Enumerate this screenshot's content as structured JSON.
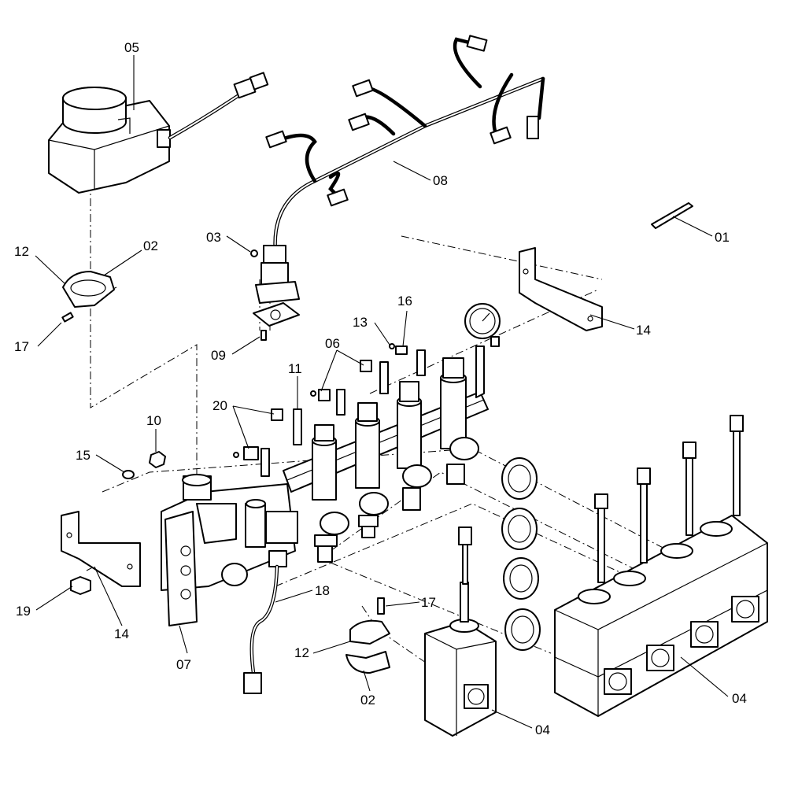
{
  "callouts": [
    {
      "id": "c01",
      "text": "01"
    },
    {
      "id": "c02a",
      "text": "02"
    },
    {
      "id": "c02b",
      "text": "02"
    },
    {
      "id": "c03",
      "text": "03"
    },
    {
      "id": "c04a",
      "text": "04"
    },
    {
      "id": "c04b",
      "text": "04"
    },
    {
      "id": "c05",
      "text": "05"
    },
    {
      "id": "c06",
      "text": "06"
    },
    {
      "id": "c07",
      "text": "07"
    },
    {
      "id": "c08",
      "text": "08"
    },
    {
      "id": "c09",
      "text": "09"
    },
    {
      "id": "c10",
      "text": "10"
    },
    {
      "id": "c11",
      "text": "11"
    },
    {
      "id": "c12a",
      "text": "12"
    },
    {
      "id": "c12b",
      "text": "12"
    },
    {
      "id": "c13",
      "text": "13"
    },
    {
      "id": "c14a",
      "text": "14"
    },
    {
      "id": "c14b",
      "text": "14"
    },
    {
      "id": "c15",
      "text": "15"
    },
    {
      "id": "c16",
      "text": "16"
    },
    {
      "id": "c17a",
      "text": "17"
    },
    {
      "id": "c17b",
      "text": "17"
    },
    {
      "id": "c18",
      "text": "18"
    },
    {
      "id": "c19",
      "text": "19"
    },
    {
      "id": "c20",
      "text": "20"
    }
  ]
}
